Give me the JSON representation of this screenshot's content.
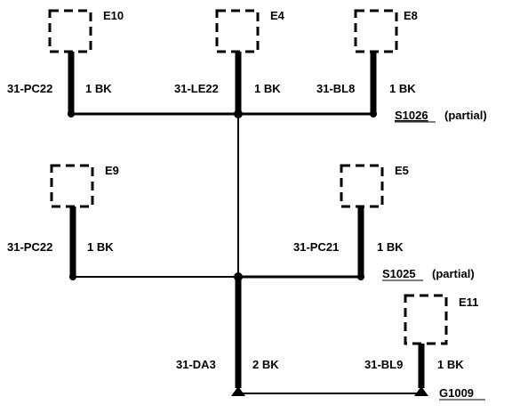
{
  "connectors": [
    {
      "id": "E10"
    },
    {
      "id": "E4"
    },
    {
      "id": "E8"
    },
    {
      "id": "E9"
    },
    {
      "id": "E5"
    },
    {
      "id": "E11"
    }
  ],
  "wires": [
    {
      "circuit": "31-PC22",
      "spec": "1 BK"
    },
    {
      "circuit": "31-LE22",
      "spec": "1 BK"
    },
    {
      "circuit": "31-BL8",
      "spec": "1 BK"
    },
    {
      "circuit": "31-PC22",
      "spec": "1 BK"
    },
    {
      "circuit": "31-PC21",
      "spec": "1 BK"
    },
    {
      "circuit": "31-DA3",
      "spec": "2 BK"
    },
    {
      "circuit": "31-BL9",
      "spec": "1 BK"
    }
  ],
  "splices": [
    {
      "id": "S1026",
      "note": "(partial)"
    },
    {
      "id": "S1025",
      "note": "(partial)"
    }
  ],
  "ground": {
    "id": "G1009"
  }
}
